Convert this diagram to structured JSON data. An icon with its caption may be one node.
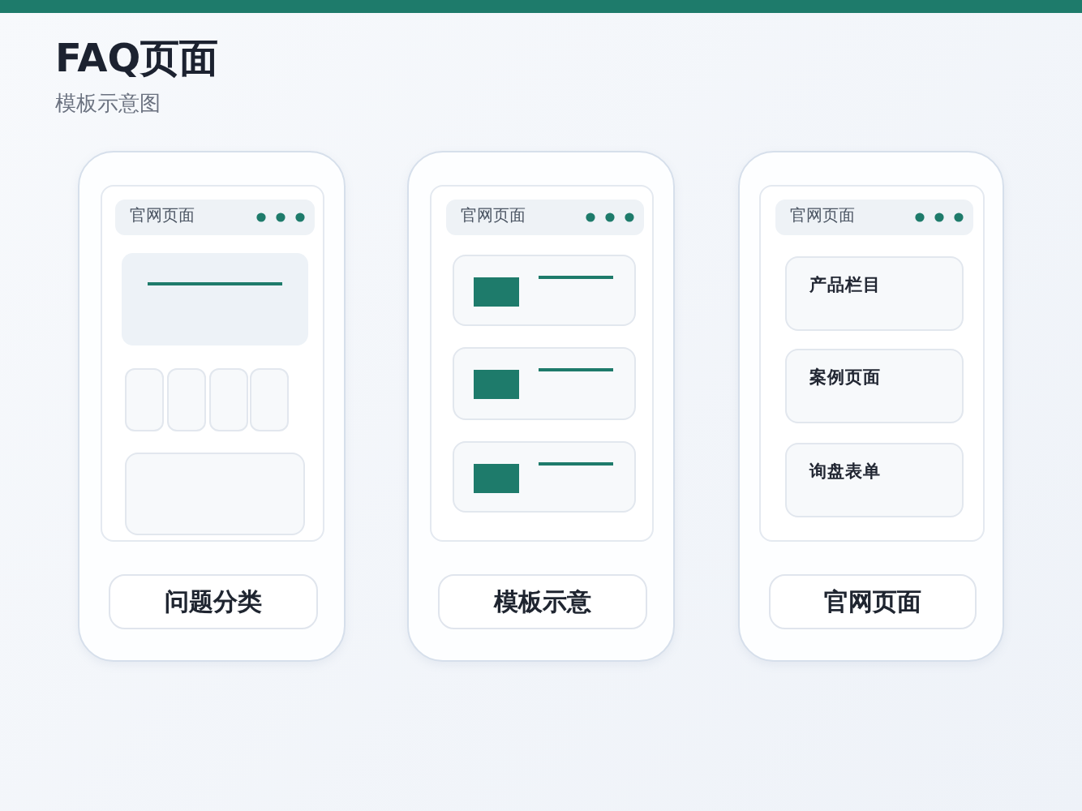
{
  "diagram": {
    "title": "FAQ页面",
    "nodes": [
      {
        "text": [],
        "shape": "box"
      },
      {
        "text": [],
        "shape": "box",
        "in": 0
      },
      {
        "text": [
          "官网页面"
        ],
        "in": 1
      },
      {
        "text": [],
        "shape": "box",
        "in": 1
      },
      {
        "text": [],
        "shape": "box",
        "in": 1
      },
      {
        "text": [],
        "shape": "box",
        "in": 1
      },
      {
        "text": [],
        "shape": "box",
        "in": 1
      },
      {
        "text": [],
        "shape": "box",
        "in": 1
      },
      {
        "text": [],
        "shape": "box",
        "in": 1
      },
      {
        "text": [
          "问题分类"
        ],
        "in": 0
      },
      {
        "text": [],
        "shape": "box"
      },
      {
        "text": [],
        "shape": "box",
        "in": 10
      },
      {
        "text": [
          "官网页面"
        ],
        "in": 11
      },
      {
        "text": [],
        "shape": "box",
        "in": 11
      },
      {
        "text": [],
        "shape": "box",
        "in": 11
      },
      {
        "text": [],
        "shape": "box",
        "in": 11
      },
      {
        "text": [
          "模板示意"
        ],
        "in": 10
      },
      {
        "text": [],
        "shape": "box"
      },
      {
        "text": [],
        "shape": "box",
        "in": 17
      },
      {
        "text": [
          "官网页面"
        ],
        "in": 18
      },
      {
        "text": [
          "产品栏目"
        ],
        "in": 18
      },
      {
        "text": [
          "案例页面"
        ],
        "in": 18
      },
      {
        "text": [
          "询盘表单"
        ],
        "in": 18
      },
      {
        "text": [
          "官网页面"
        ],
        "in": 17
      }
    ],
    "labels": [
      "模板示意图"
    ]
  }
}
